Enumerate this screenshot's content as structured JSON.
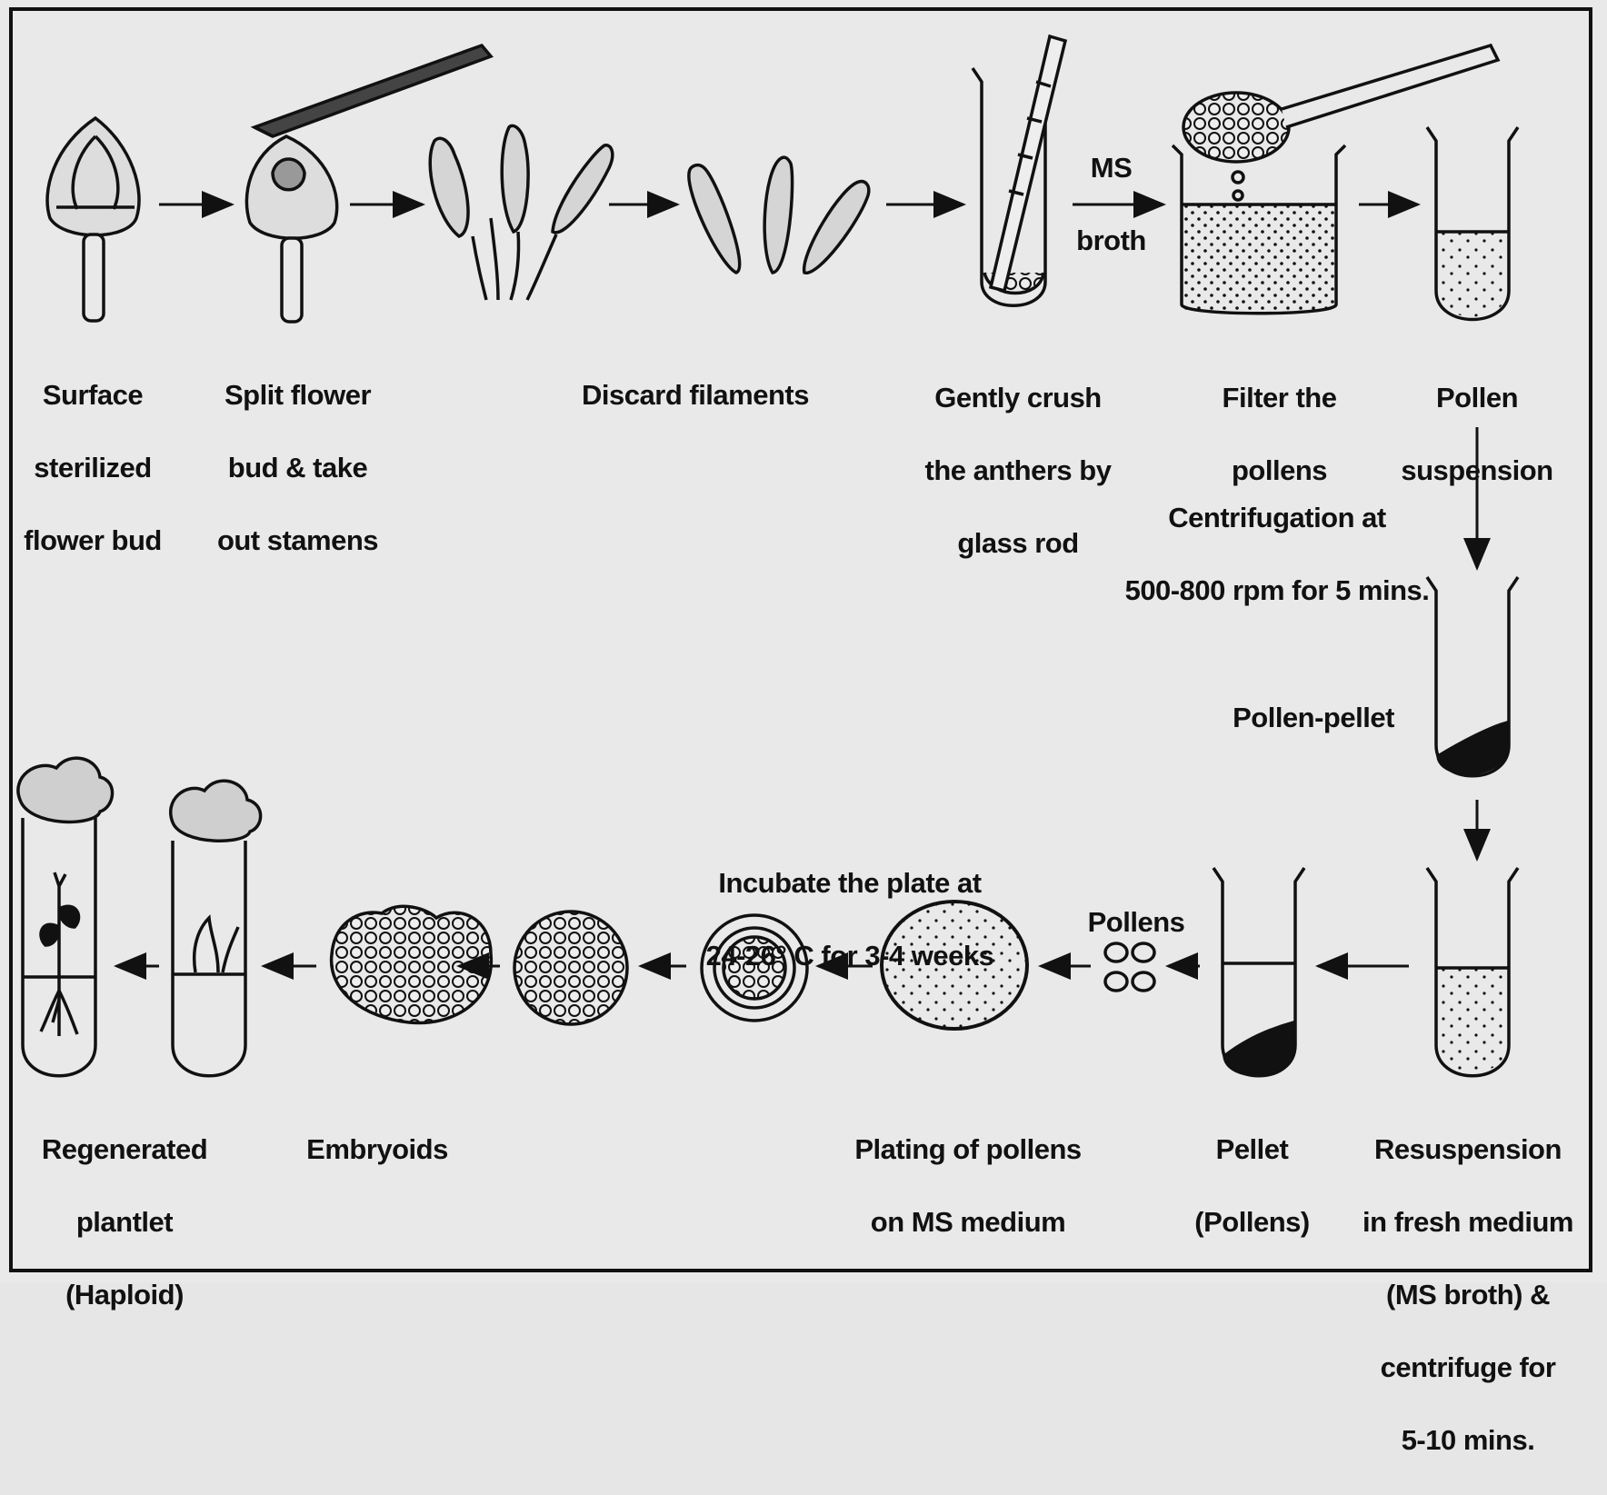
{
  "labels": {
    "surface_sterilized": [
      "Surface",
      "sterilized",
      "flower bud"
    ],
    "split_flower": [
      "Split flower",
      "bud & take",
      "out stamens"
    ],
    "discard_filaments": [
      "Discard filaments"
    ],
    "gently_crush": [
      "Gently crush",
      "the anthers by",
      "glass rod"
    ],
    "ms_broth": [
      "MS",
      "broth"
    ],
    "filter_pollens": [
      "Filter the",
      "pollens"
    ],
    "pollen_suspension": [
      "Pollen",
      "suspension"
    ],
    "centrifugation": [
      "Centrifugation at",
      "500-800 rpm for 5 mins."
    ],
    "pollen_pellet": [
      "Pollen-pellet"
    ],
    "resuspension": [
      "Resuspension",
      "in fresh medium",
      "(MS broth) &",
      "centrifuge for",
      "5-10 mins."
    ],
    "pellet_pollens": [
      "Pellet",
      "(Pollens)"
    ],
    "pollens": [
      "Pollens"
    ],
    "plating": [
      "Plating of pollens",
      "on MS medium"
    ],
    "incubate": [
      "Incubate the plate at",
      "24-26° C for 3-4 weeks"
    ],
    "embryoids": [
      "Embryoids"
    ],
    "regenerated": [
      "Regenerated",
      "plantlet",
      "(Haploid)"
    ]
  },
  "colors": {
    "ink": "#111111",
    "background": "#e9e9e9",
    "fill_light": "#d8d8d8"
  }
}
